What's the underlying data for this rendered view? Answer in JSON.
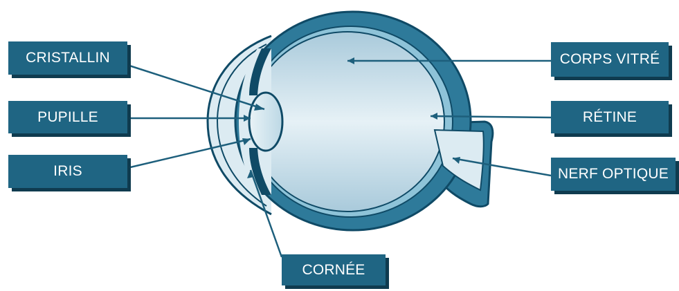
{
  "labels": {
    "cristallin": "CRISTALLIN",
    "pupille": "PUPILLE",
    "iris": "IRIS",
    "corps_vitre": "CORPS VITRÉ",
    "retine": "RÉTINE",
    "nerf_optique": "NERF OPTIQUE",
    "cornee": "CORNÉE"
  },
  "colors": {
    "label_fill": "#1f6583",
    "label_shadow": "#0f3b4f",
    "outline": "#0f4a66",
    "sclera": "#2e7a9a",
    "retina_layer": "#8ec3d8",
    "vitreous": "#c9e0eb",
    "cornea": "#dcebf2",
    "leader_line": "#1d5f7c"
  }
}
